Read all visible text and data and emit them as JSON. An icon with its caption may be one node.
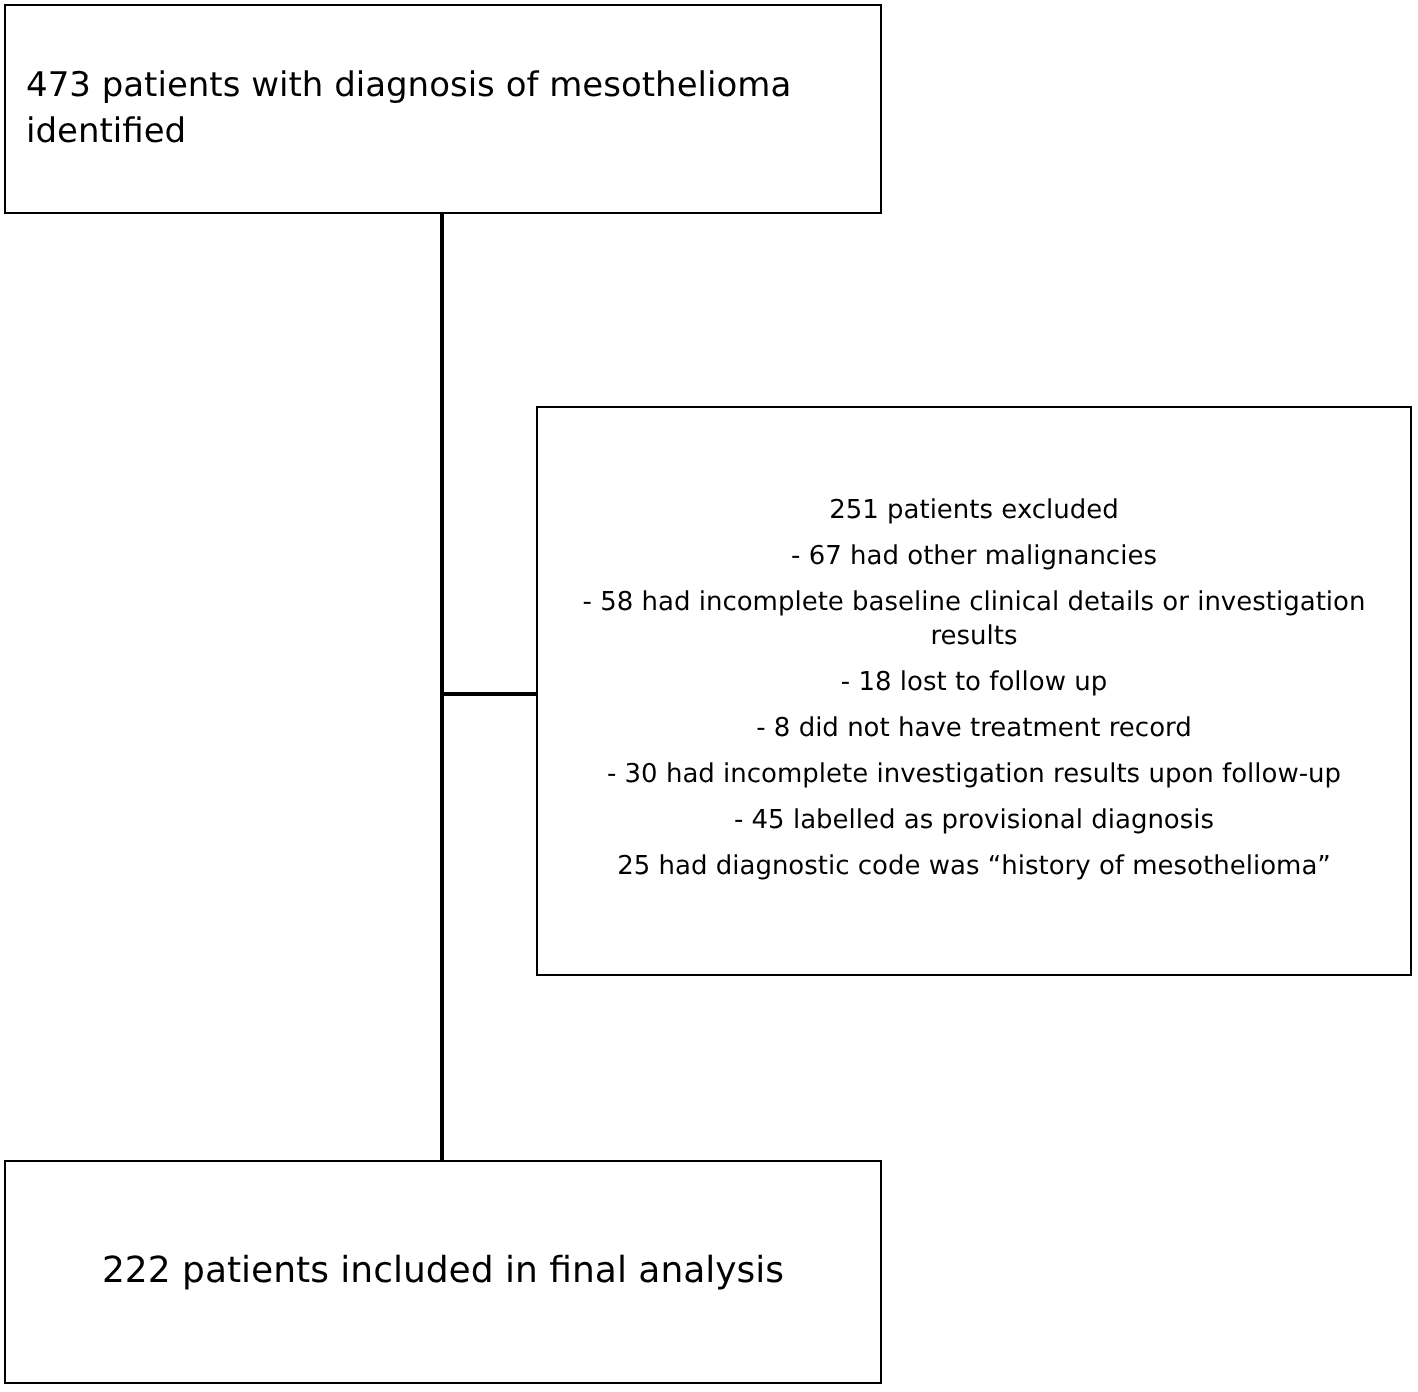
{
  "diagram": {
    "nodes": [
      {
        "text": [
          "473 patients with diagnosis of mesothelioma identified"
        ]
      },
      {
        "text": [
          "251 patients excluded",
          "- 67 had other malignancies",
          "- 58 had incomplete baseline clinical details or investigation results",
          "- 18 lost to follow up",
          "- 8 did not have treatment record",
          "- 30 had incomplete investigation results upon follow-up",
          "- 45 labelled as provisional diagnosis",
          "25 had diagnostic code was “history of mesothelioma”"
        ]
      },
      {
        "text": [
          "222 patients included in final analysis"
        ]
      }
    ],
    "edges": [
      {
        "from": 0,
        "to": 1,
        "arrow": "none"
      },
      {
        "from": 0,
        "to": 2,
        "arrow": "none"
      }
    ]
  }
}
